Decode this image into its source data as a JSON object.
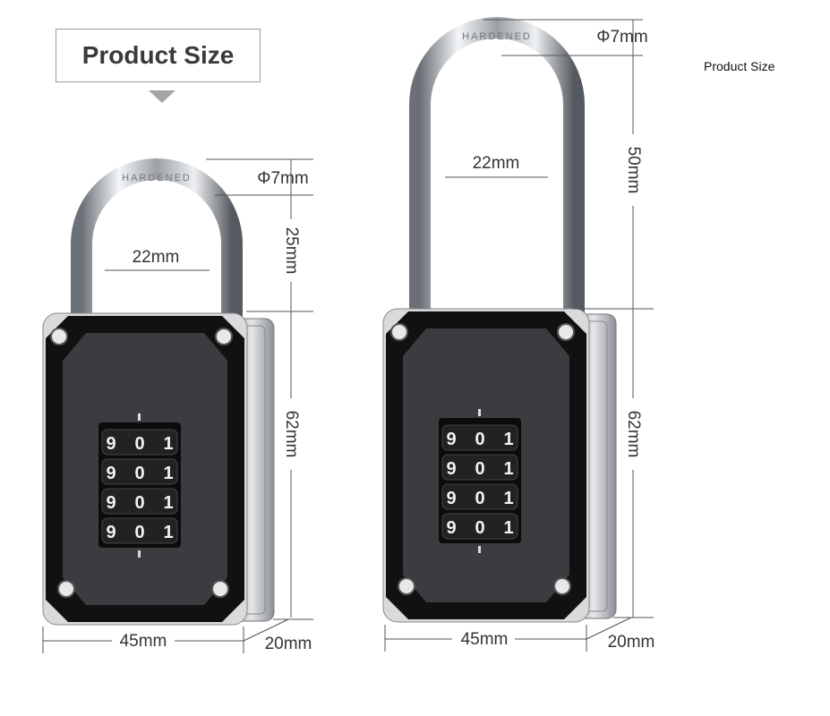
{
  "header": {
    "title": "Product Size",
    "side_title": "Product Size"
  },
  "lock_short": {
    "engraving": "HARDENED",
    "dial_digits": [
      "9",
      "0",
      "1"
    ],
    "dial_rows": 4,
    "dims": {
      "shackle_diameter": "Φ7mm",
      "shackle_height": "25mm",
      "inner_width": "22mm",
      "body_height": "62mm",
      "body_width": "45mm",
      "body_depth": "20mm"
    }
  },
  "lock_long": {
    "engraving": "HARDENED",
    "dial_digits": [
      "9",
      "0",
      "1"
    ],
    "dial_rows": 4,
    "dims": {
      "shackle_diameter": "Φ7mm",
      "shackle_height": "50mm",
      "inner_width": "22mm",
      "body_height": "62mm",
      "body_width": "45mm",
      "body_depth": "20mm"
    }
  },
  "colors": {
    "body": "#3b3c3f",
    "bezel": "#111111",
    "chrome": "#c9cdd2",
    "line": "#555555"
  }
}
